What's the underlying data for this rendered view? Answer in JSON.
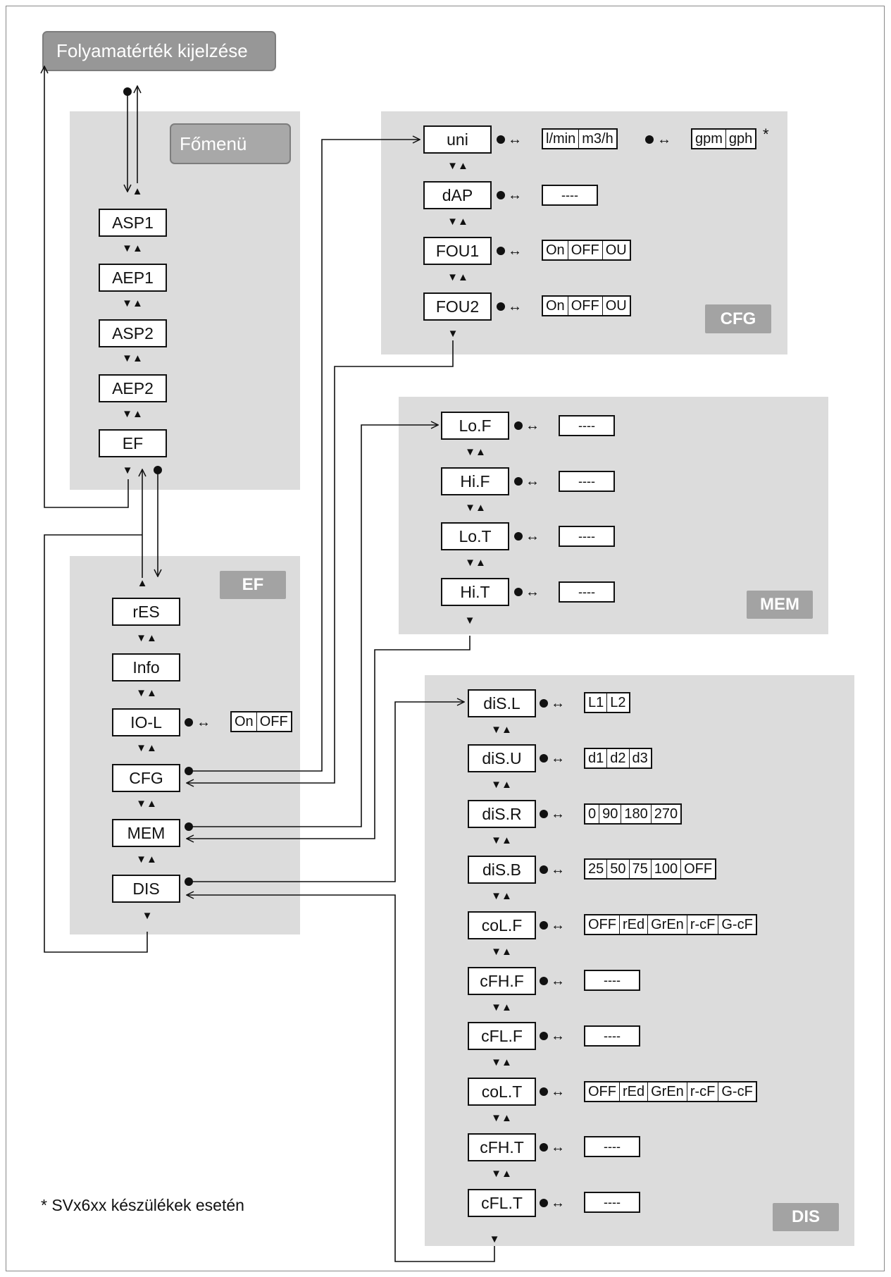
{
  "header": {
    "title": "Folyamatérték kijelzése"
  },
  "main_menu": {
    "label": "Főmenü",
    "items": [
      "ASP1",
      "AEP1",
      "ASP2",
      "AEP2",
      "EF"
    ]
  },
  "ef_menu": {
    "tag": "EF",
    "items": [
      "rES",
      "Info",
      "IO-L",
      "CFG",
      "MEM",
      "DIS"
    ],
    "iol_options": [
      "On",
      "OFF"
    ]
  },
  "cfg_menu": {
    "tag": "CFG",
    "uni": {
      "label": "uni",
      "options_a": [
        "l/min",
        "m3/h"
      ],
      "options_b": [
        "gpm",
        "gph"
      ],
      "asterisk": "*"
    },
    "dap": {
      "label": "dAP",
      "value": "----"
    },
    "fou1": {
      "label": "FOU1",
      "options": [
        "On",
        "OFF",
        "OU"
      ]
    },
    "fou2": {
      "label": "FOU2",
      "options": [
        "On",
        "OFF",
        "OU"
      ]
    }
  },
  "mem_menu": {
    "tag": "MEM",
    "items": [
      {
        "label": "Lo.F",
        "value": "----"
      },
      {
        "label": "Hi.F",
        "value": "----"
      },
      {
        "label": "Lo.T",
        "value": "----"
      },
      {
        "label": "Hi.T",
        "value": "----"
      }
    ]
  },
  "dis_menu": {
    "tag": "DIS",
    "items": [
      {
        "label": "diS.L",
        "options": [
          "L1",
          "L2"
        ]
      },
      {
        "label": "diS.U",
        "options": [
          "d1",
          "d2",
          "d3"
        ]
      },
      {
        "label": "diS.R",
        "options": [
          "0",
          "90",
          "180",
          "270"
        ]
      },
      {
        "label": "diS.B",
        "options": [
          "25",
          "50",
          "75",
          "100",
          "OFF"
        ]
      },
      {
        "label": "coL.F",
        "options": [
          "OFF",
          "rEd",
          "GrEn",
          "r-cF",
          "G-cF"
        ]
      },
      {
        "label": "cFH.F",
        "value": "----"
      },
      {
        "label": "cFL.F",
        "value": "----"
      },
      {
        "label": "coL.T",
        "options": [
          "OFF",
          "rEd",
          "GrEn",
          "r-cF",
          "G-cF"
        ]
      },
      {
        "label": "cFH.T",
        "value": "----"
      },
      {
        "label": "cFL.T",
        "value": "----"
      }
    ]
  },
  "footnote": "* SVx6xx készülékek esetén",
  "glyphs": {
    "updown": "▼▲",
    "down": "▼",
    "up": "▲",
    "bidir": "↔"
  }
}
